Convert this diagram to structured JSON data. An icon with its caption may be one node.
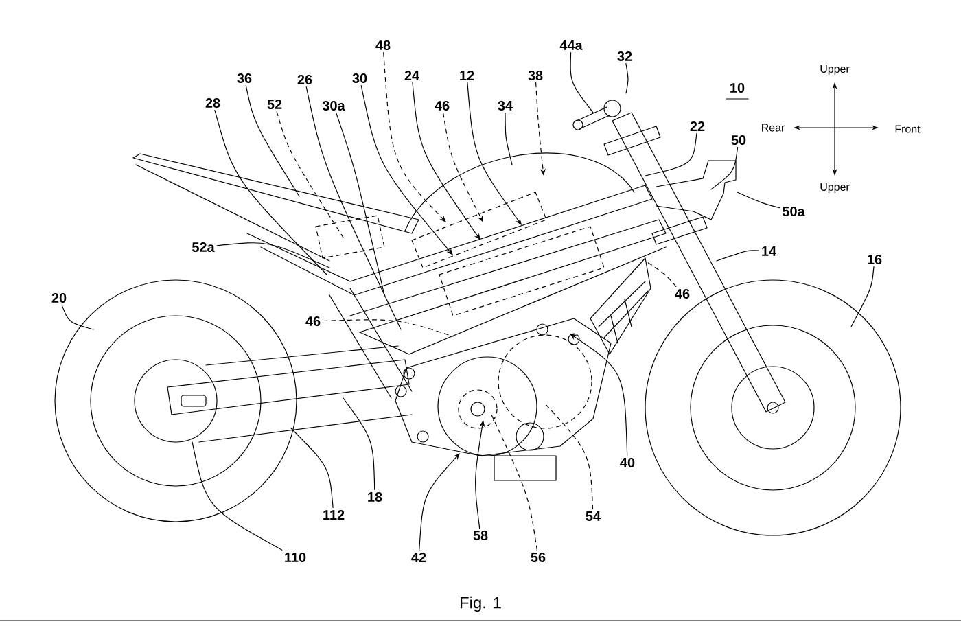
{
  "diagram": {
    "caption": "Fig. 1",
    "nodes": [
      {
        "text": [
          "48"
        ]
      },
      {
        "text": [
          "44a"
        ]
      },
      {
        "text": [
          "32"
        ]
      },
      {
        "text": [
          "36"
        ]
      },
      {
        "text": [
          "26"
        ]
      },
      {
        "text": [
          "30"
        ]
      },
      {
        "text": [
          "24"
        ]
      },
      {
        "text": [
          "12"
        ]
      },
      {
        "text": [
          "38"
        ]
      },
      {
        "text": [
          "28"
        ]
      },
      {
        "text": [
          "52"
        ]
      },
      {
        "text": [
          "30a"
        ]
      },
      {
        "text": [
          "46"
        ]
      },
      {
        "text": [
          "34"
        ]
      },
      {
        "text": [
          "22"
        ]
      },
      {
        "text": [
          "50"
        ]
      },
      {
        "text": [
          "50a"
        ]
      },
      {
        "text": [
          "52a"
        ]
      },
      {
        "text": [
          "14"
        ]
      },
      {
        "text": [
          "16"
        ]
      },
      {
        "text": [
          "46"
        ]
      },
      {
        "text": [
          "20"
        ]
      },
      {
        "text": [
          "46"
        ]
      },
      {
        "text": [
          "40"
        ]
      },
      {
        "text": [
          "18"
        ]
      },
      {
        "text": [
          "112"
        ]
      },
      {
        "text": [
          "54"
        ]
      },
      {
        "text": [
          "58"
        ]
      },
      {
        "text": [
          "110"
        ]
      },
      {
        "text": [
          "42"
        ]
      },
      {
        "text": [
          "56"
        ]
      }
    ],
    "edges": [
      {
        "from": 0,
        "to": null,
        "arrow": "to",
        "style": "dashed"
      },
      {
        "from": 1,
        "to": null,
        "arrow": "none"
      },
      {
        "from": 2,
        "to": null,
        "arrow": "none"
      },
      {
        "from": 3,
        "to": null,
        "arrow": "none"
      },
      {
        "from": 4,
        "to": null,
        "arrow": "none"
      },
      {
        "from": 5,
        "to": null,
        "arrow": "to"
      },
      {
        "from": 6,
        "to": null,
        "arrow": "to"
      },
      {
        "from": 7,
        "to": null,
        "arrow": "to"
      },
      {
        "from": 8,
        "to": null,
        "arrow": "to",
        "style": "dashed"
      },
      {
        "from": 9,
        "to": null,
        "arrow": "none"
      },
      {
        "from": 10,
        "to": null,
        "arrow": "none",
        "style": "dashed"
      },
      {
        "from": 11,
        "to": null,
        "arrow": "none"
      },
      {
        "from": 12,
        "to": null,
        "arrow": "to",
        "style": "dashed"
      },
      {
        "from": 13,
        "to": null,
        "arrow": "none"
      },
      {
        "from": 14,
        "to": null,
        "arrow": "none"
      },
      {
        "from": 15,
        "to": null,
        "arrow": "none"
      },
      {
        "from": 16,
        "to": null,
        "arrow": "none"
      },
      {
        "from": 17,
        "to": null,
        "arrow": "none"
      },
      {
        "from": 18,
        "to": null,
        "arrow": "none"
      },
      {
        "from": 19,
        "to": null,
        "arrow": "none"
      },
      {
        "from": 20,
        "to": null,
        "arrow": "none",
        "style": "dashed"
      },
      {
        "from": 21,
        "to": null,
        "arrow": "none"
      },
      {
        "from": 22,
        "to": null,
        "arrow": "none",
        "style": "dashed"
      },
      {
        "from": 23,
        "to": null,
        "arrow": "to"
      },
      {
        "from": 24,
        "to": null,
        "arrow": "none"
      },
      {
        "from": 25,
        "to": null,
        "arrow": "none"
      },
      {
        "from": 26,
        "to": null,
        "arrow": "none",
        "style": "dashed"
      },
      {
        "from": 27,
        "to": null,
        "arrow": "to"
      },
      {
        "from": 28,
        "to": null,
        "arrow": "none"
      },
      {
        "from": 29,
        "to": null,
        "arrow": "to"
      },
      {
        "from": 30,
        "to": null,
        "arrow": "none",
        "style": "dashed"
      }
    ],
    "labels": [
      "10",
      "Upper",
      "Rear",
      "Front",
      "Upper"
    ]
  }
}
